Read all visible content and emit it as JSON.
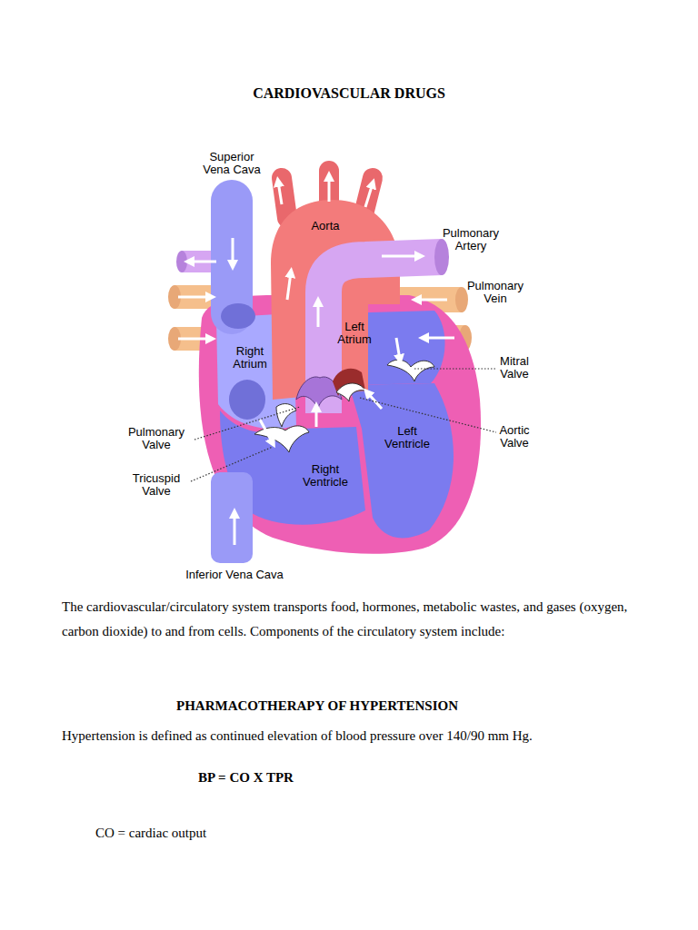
{
  "diagram": {
    "title": "CARDIOVASCULAR DRUGS",
    "labels": [
      "Superior Vena Cava",
      "Aorta",
      "Pulmonary Artery",
      "Pulmonary Vein",
      "Left Atrium",
      "Right Atrium",
      "Mitral Valve",
      "Aortic Valve",
      "Left Ventricle",
      "Pulmonary Valve",
      "Tricuspid Valve",
      "Right Ventricle",
      "Inferior Vena Cava",
      "The cardiovascular/circulatory system transports food, hormones, metabolic wastes, and gases (oxygen, carbon dioxide) to and from cells. Components of the circulatory system include:",
      "PHARMACOTHERAPY OF HYPERTENSION",
      "Hypertension is defined as continued elevation of blood pressure over 140/90 mm Hg.",
      "BP = CO X TPR",
      "CO = cardiac output"
    ]
  }
}
